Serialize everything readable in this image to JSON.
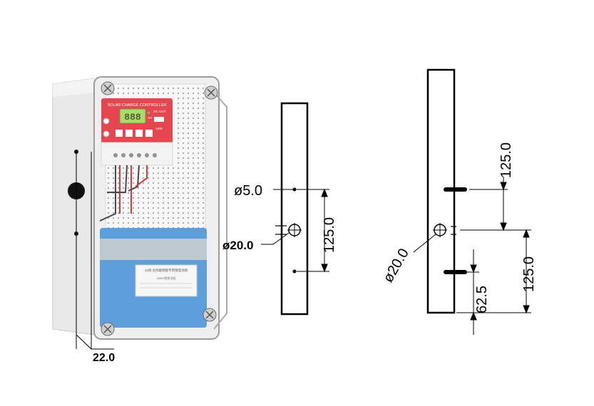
{
  "product": {
    "controller_title": "SOLAR CHARGE CONTROLLER",
    "lcd_digits": "888",
    "lcd_units_v": "V",
    "lcd_units_ah": "AH",
    "dc_out_label": "DC OUT",
    "usb_label": "USB",
    "battery_label": "18650锂电池组",
    "battery_header": "10串 太阳能储能专用锂电池组",
    "colors": {
      "controller_red": "#e01e2a",
      "lcd_green": "#9ad44a",
      "battery_blue": "#3a8ad6",
      "enclosure_grey": "#e6e6e6"
    }
  },
  "dimensions": {
    "photo_depth": "22.0",
    "front_hole_small": "ø5.0",
    "front_hole_large": "ø20.0",
    "front_spacing": "125.0",
    "side_hole": "ø20.0",
    "side_upper": "125.0",
    "side_lower": "125.0",
    "side_bottom": "62.5"
  }
}
